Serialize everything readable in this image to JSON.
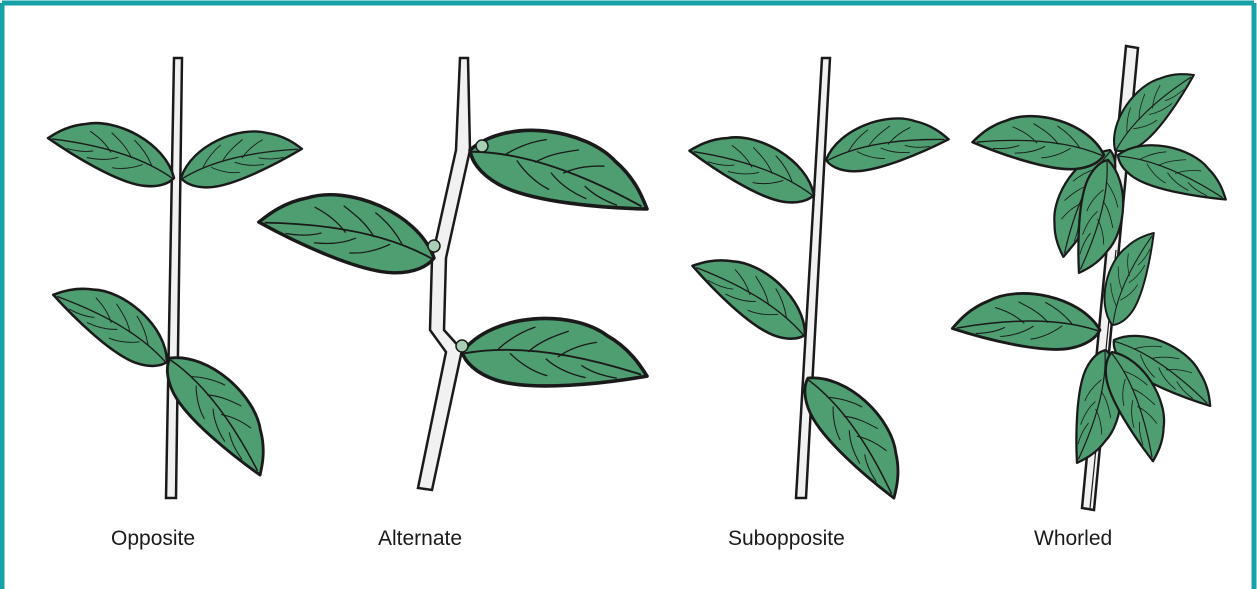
{
  "figure": {
    "colors": {
      "border": "#16a2a6",
      "leaf": "#4e9e72",
      "leaf_dark": "#2f7060",
      "stem": "#f1f1f1",
      "outline": "#1a1a1a",
      "node_bud": "#a8cfb3"
    },
    "panels": [
      {
        "label": "Opposite"
      },
      {
        "label": "Alternate"
      },
      {
        "label": "Subopposite"
      },
      {
        "label": "Whorled"
      }
    ]
  }
}
